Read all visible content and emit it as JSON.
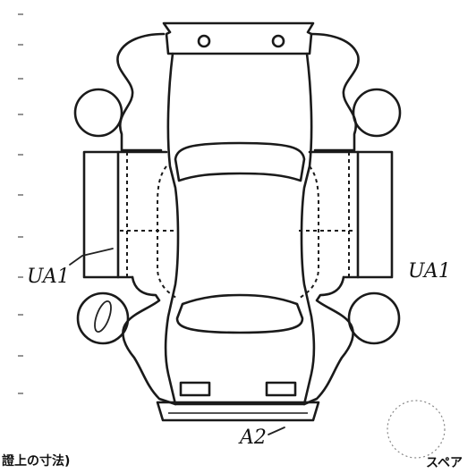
{
  "diagram": {
    "title": "",
    "annotations": {
      "left_side": "UA1",
      "right_side": "UA1",
      "front_bumper": "A2",
      "left_front_wheel": "0"
    },
    "footer_left": "證上の寸法)",
    "footer_right": "スペア"
  }
}
